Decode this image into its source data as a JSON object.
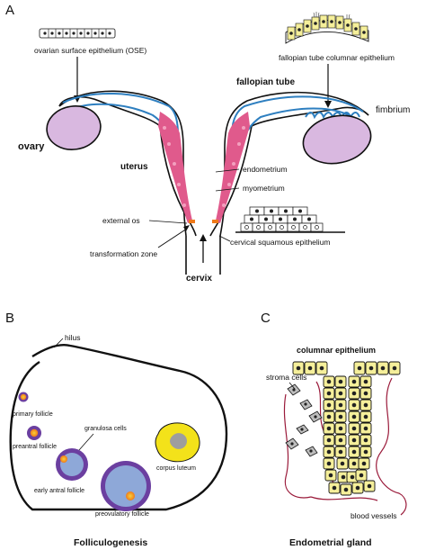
{
  "panels": {
    "a": {
      "letter": "A",
      "labels": {
        "ose": "ovarian surface epithelium (OSE)",
        "fallopian_columnar": "fallopian tube columnar epithelium",
        "fallopian_tube": "fallopian tube",
        "fimbrium": "fimbrium",
        "ovary": "ovary",
        "uterus": "uterus",
        "endometrium": "endometrium",
        "myometrium": "myometrium",
        "external_os": "external  os",
        "transformation_zone": "transformation zone",
        "cervical_squamous": "cervical squamous epithelium",
        "cervix": "cervix"
      }
    },
    "b": {
      "letter": "B",
      "labels": {
        "hilus": "hilus",
        "primary_follicle": "primary follicle",
        "preantral_follicle": "preantral follicle",
        "granulosa_cells": "granulosa cells",
        "early_antral_follicle": "early antral follicle",
        "preovulatory_follicle": "preovulatory follicle",
        "corpus_luteum": "corpus luteum"
      },
      "caption": "Folliculogenesis"
    },
    "c": {
      "letter": "C",
      "labels": {
        "columnar_epithelium": "columnar epithelium",
        "stroma_cells": "stroma cells",
        "blood_vessels": "blood vessels"
      },
      "caption": "Endometrial gland"
    }
  },
  "colors": {
    "ovary_fill": "#d9b8e0",
    "tube_blue": "#2e7fc0",
    "endometrium_pink": "#e05a8c",
    "transformation_orange": "#f07a1a",
    "follicle_purple": "#6b3fa0",
    "follicle_blue": "#8ea8d8",
    "oocyte_orange": "#f07a1a",
    "corpus_yellow": "#f3e21a",
    "corpus_grey": "#9e9e9e",
    "cell_yellow": "#f5ef9a",
    "vessel_red": "#9a1a3a"
  }
}
